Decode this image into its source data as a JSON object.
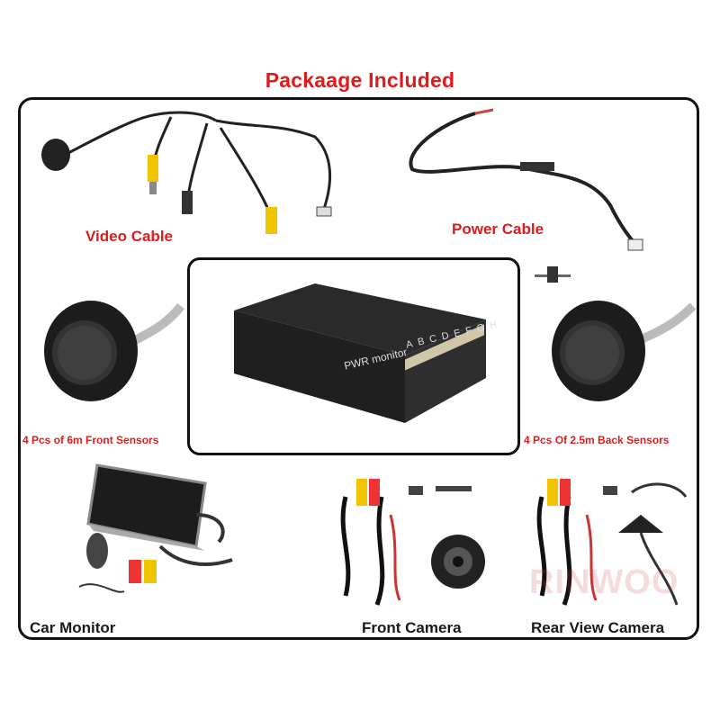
{
  "title": "Packaage Included",
  "items": {
    "video_cable": "Video Cable",
    "power_cable": "Power Cable",
    "front_sensors": "4 Pcs of 6m Front Sensors",
    "back_sensors": "4 Pcs Of 2.5m Back Sensors",
    "car_monitor": "Car Monitor",
    "front_camera": "Front Camera",
    "rear_camera": "Rear View Camera"
  },
  "control_box": {
    "label": "PWR monitor",
    "ports": [
      "A",
      "B",
      "C",
      "D",
      "E",
      "F",
      "G",
      "H"
    ]
  },
  "watermark": "RINWOO",
  "colors": {
    "label_red": "#e01b1b",
    "frame": "#111111"
  }
}
